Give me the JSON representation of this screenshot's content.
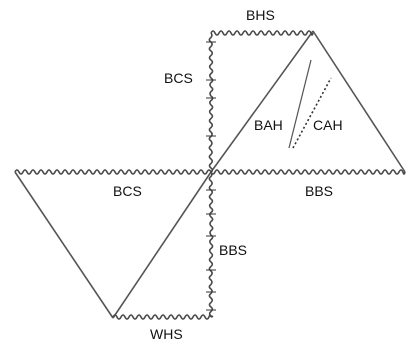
{
  "labels": {
    "top_wave": "BHS",
    "upper_vertical": "BCS",
    "left_horizontal": "BCS",
    "right_horizontal": "BBS",
    "lower_vertical": "BBS",
    "bottom_wave": "WHS",
    "solid_line": "BAH",
    "dotted_line": "CAH"
  }
}
